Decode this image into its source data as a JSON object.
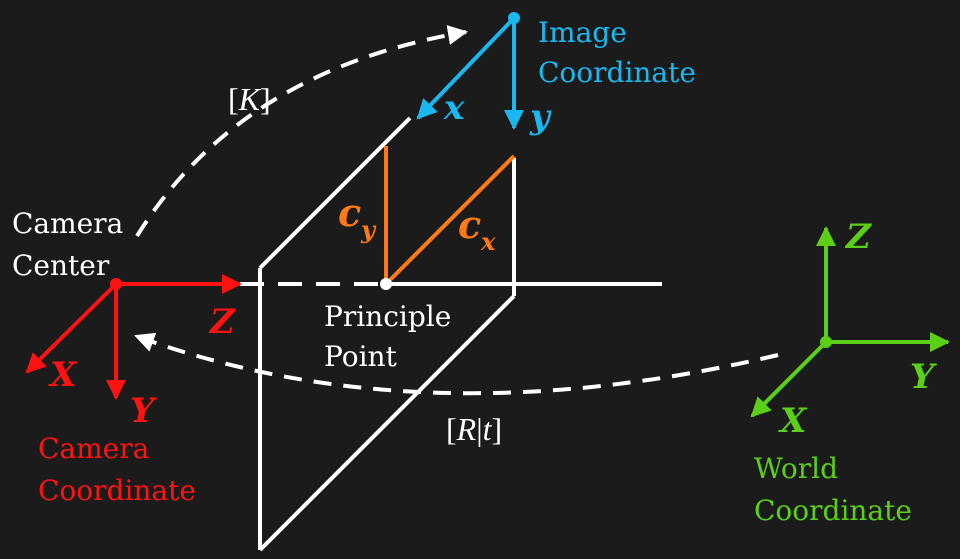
{
  "colors": {
    "background": "#1b1b1b",
    "plane": "#ffffff",
    "image_coord": "#1ab8f0",
    "camera_coord": "#ff1212",
    "world_coord": "#5bd017",
    "principal_offset": "#ff7a14"
  },
  "labels": {
    "image_coordinate": [
      "Image",
      "Coordinate"
    ],
    "image_x": "x",
    "image_y": "y",
    "camera_center": [
      "Camera",
      "Center"
    ],
    "camera_coordinate": [
      "Camera",
      "Coordinate"
    ],
    "camera_X": "X",
    "camera_Y": "Y",
    "camera_Z": "Z",
    "principle_point": [
      "Principle",
      "Point"
    ],
    "world_coordinate": [
      "World",
      "Coordinate"
    ],
    "world_X": "X",
    "world_Y": "Y",
    "world_Z": "Z",
    "cy_main": "c",
    "cy_sub": "y",
    "cx_main": "c",
    "cx_sub": "x",
    "intrinsic": {
      "open": "[",
      "symbol": "K",
      "close": "]"
    },
    "extrinsic": {
      "open": "[",
      "R": "R",
      "bar": "|",
      "t": "t",
      "close": "]"
    }
  }
}
